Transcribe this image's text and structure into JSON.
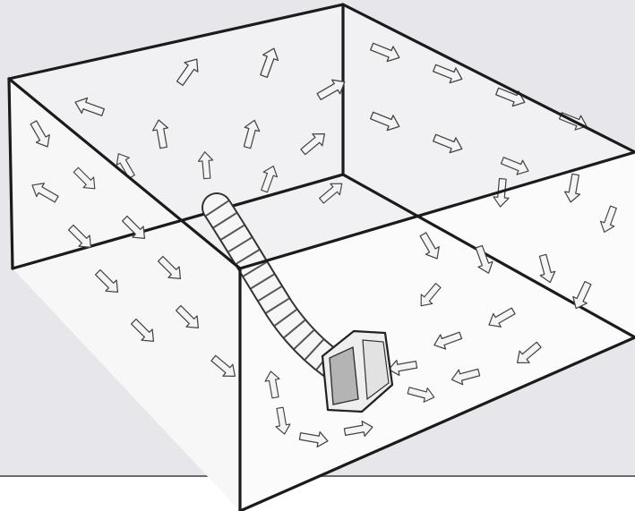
{
  "diagram": {
    "subject": "room-air-circulation",
    "colors": {
      "backdrop": "#e6e6eb",
      "floor": "#ffffff",
      "edge": "#1b1b1b",
      "arrow_fill": "#f4f4f4",
      "arrow_stroke": "#444444",
      "grille": "#b4b4b4"
    },
    "icons": [
      "room-box",
      "air-flow-arrow",
      "flexible-duct",
      "portable-heater"
    ]
  }
}
